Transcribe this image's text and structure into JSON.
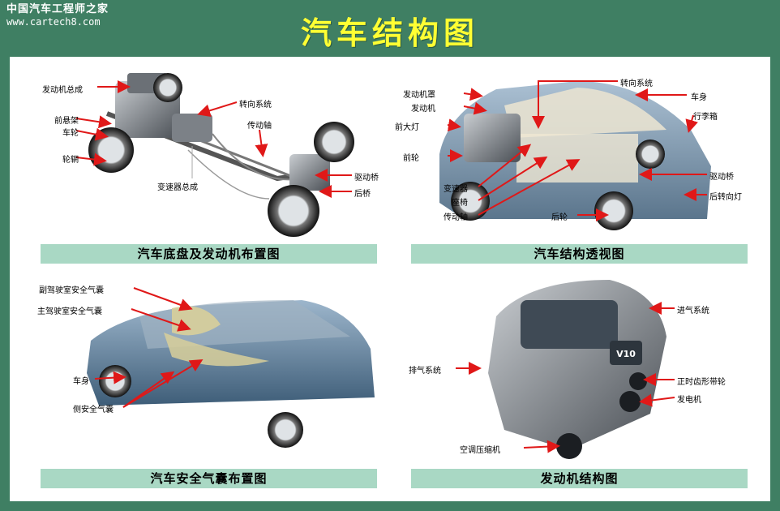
{
  "watermark": {
    "name": "中国汽车工程师之家",
    "url": "www.cartech8.com"
  },
  "title": "汽车结构图",
  "colors": {
    "background": "#3f7f63",
    "title": "#ffff33",
    "caption_bg": "#a9d8c4",
    "arrow": "#e01818"
  },
  "panels": {
    "chassis": {
      "caption": "汽车底盘及发动机布置图",
      "labels": {
        "engine_assembly": "发动机总成",
        "front_suspension": "前悬架",
        "wheel": "车轮",
        "rim": "轮辋",
        "steering": "转向系统",
        "driveshaft": "传动轴",
        "drive_axle": "驱动桥",
        "rear_axle": "后桥",
        "transmission_assembly": "变速器总成"
      }
    },
    "perspective": {
      "caption": "汽车结构透视图",
      "labels": {
        "hood": "发动机罩",
        "engine": "发动机",
        "headlight": "前大灯",
        "front_wheel": "前轮",
        "transmission": "变速器",
        "seat": "座椅",
        "driveshaft": "传动轴",
        "steering": "转向系统",
        "body": "车身",
        "trunk": "行李箱",
        "drive_axle": "驱动桥",
        "rear_turn_light": "后转向灯",
        "rear_wheel": "后轮"
      }
    },
    "airbag": {
      "caption": "汽车安全气囊布置图",
      "labels": {
        "passenger_airbag": "副驾驶室安全气囊",
        "driver_airbag": "主驾驶室安全气囊",
        "body": "车身",
        "side_airbag": "侧安全气囊"
      }
    },
    "engine": {
      "caption": "发动机结构图",
      "labels": {
        "intake": "进气系统",
        "exhaust": "排气系统",
        "timing_belt_pulley": "正时齿形带轮",
        "alternator": "发电机",
        "ac_compressor": "空调压缩机"
      },
      "badge": "V10"
    }
  }
}
